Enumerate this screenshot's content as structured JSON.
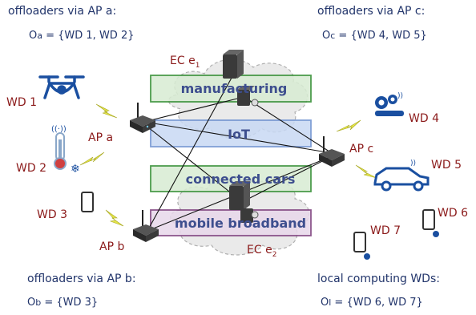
{
  "groups": {
    "a": {
      "heading": "offloaders via AP ",
      "greek": "a",
      "heading_colon": ":",
      "set_prefix": "O",
      "set_sub": "a",
      "set_value": " = {WD 1, WD 2}"
    },
    "c": {
      "heading": "offloaders via AP ",
      "greek": "c",
      "heading_colon": ":",
      "set_prefix": "O",
      "set_sub": "c",
      "set_value": " = {WD 4, WD 5}"
    },
    "b": {
      "heading": "offloaders via AP ",
      "greek": "b",
      "heading_colon": ":",
      "set_prefix": "O",
      "set_sub": "b",
      "set_value": " = {WD 3}"
    },
    "l": {
      "heading": "local computing WDs:",
      "set_prefix": "O",
      "set_sub": "l",
      "set_value": " = {WD 6, WD 7}"
    }
  },
  "ec": {
    "e1": {
      "prefix": "EC e",
      "sub": "1"
    },
    "e2": {
      "prefix": "EC e",
      "sub": "2"
    }
  },
  "aps": {
    "a": {
      "prefix": "AP ",
      "letter": "a"
    },
    "b": {
      "prefix": "AP ",
      "letter": "b"
    },
    "c": {
      "prefix": "AP ",
      "letter": "c"
    }
  },
  "slices": {
    "manufacturing": {
      "label": "manufacturing",
      "color": "#2e8b2e",
      "fill": "#d8ecd3"
    },
    "iot": {
      "label": "IoT",
      "color": "#6b8fd0",
      "fill": "#c8d9f4"
    },
    "cars": {
      "label": "connected cars",
      "color": "#2e8b2e",
      "fill": "#d8ecd3"
    },
    "broadband": {
      "label": "mobile broadband",
      "color": "#7a3a7a",
      "fill": "#e8d8ea"
    }
  },
  "devices": {
    "wd1": "WD 1",
    "wd2": "WD 2",
    "wd3": "WD 3",
    "wd4": "WD 4",
    "wd5": "WD 5",
    "wd6": "WD 6",
    "wd7": "WD 7"
  },
  "colors": {
    "text": "#22356b",
    "wd_label": "#8b1a1a",
    "device": "#1a4fa0",
    "link_bolt": "#e0e030"
  }
}
